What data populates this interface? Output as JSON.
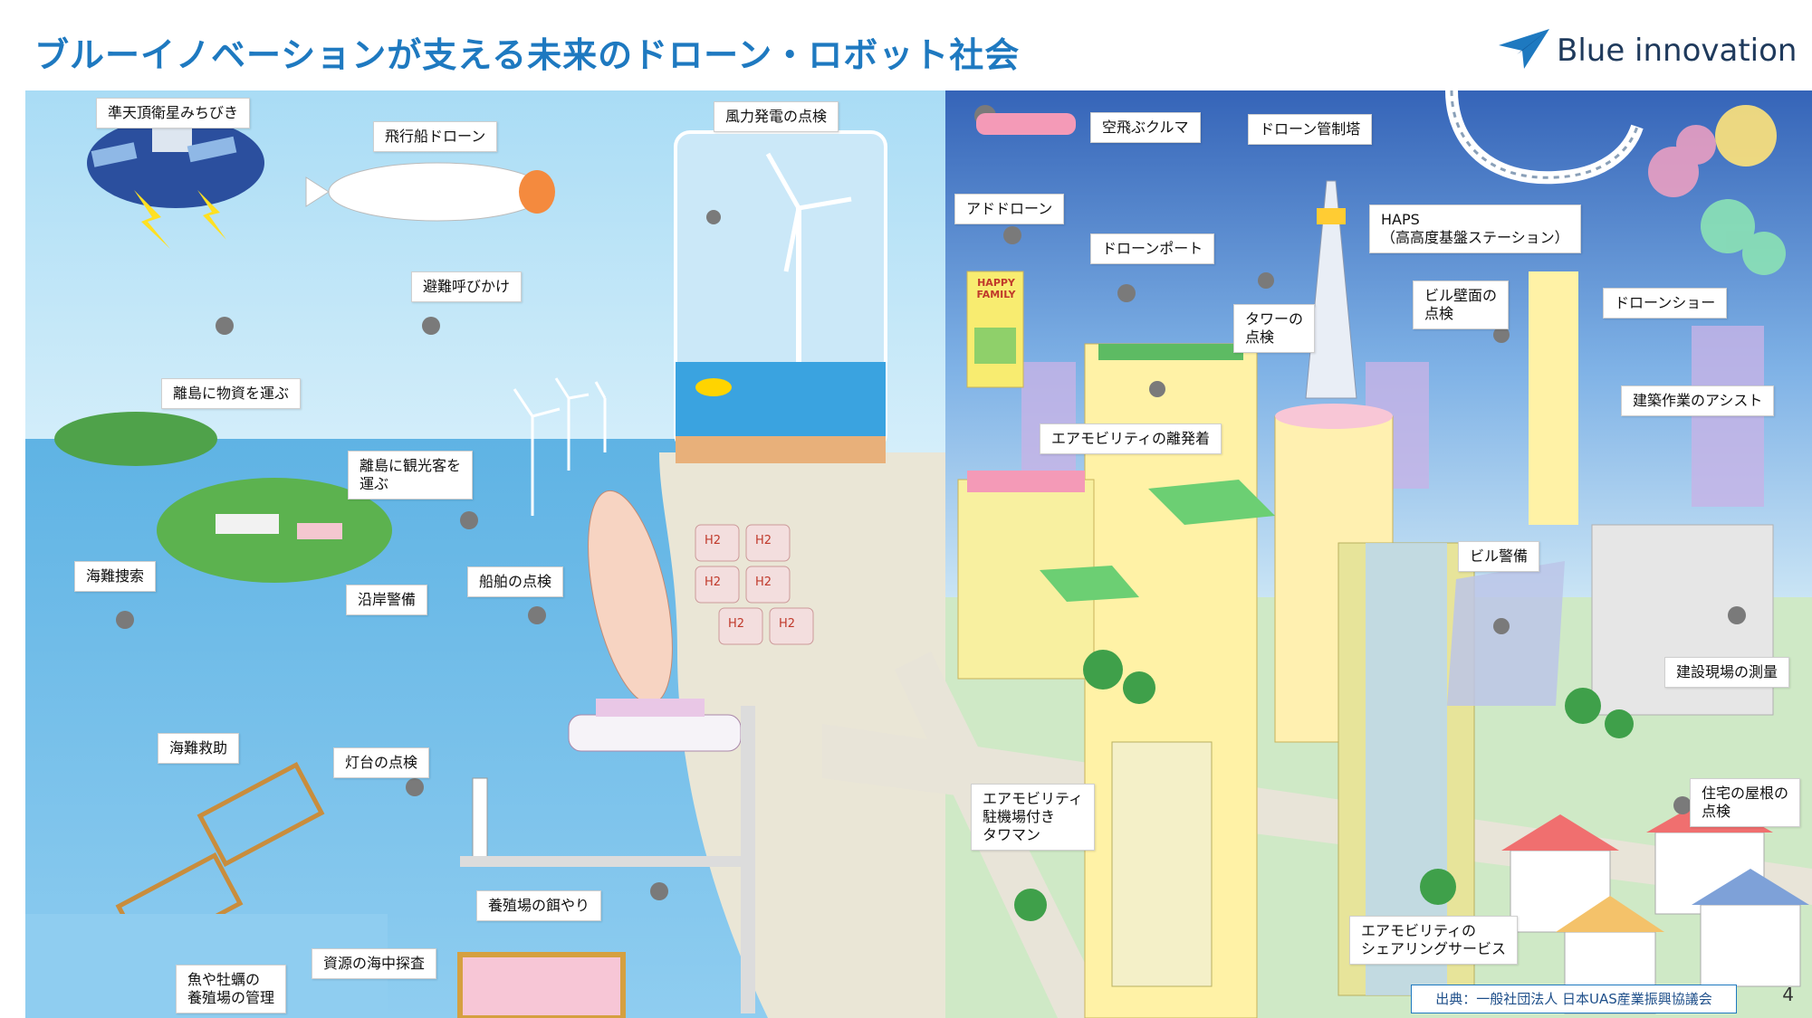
{
  "header": {
    "title": "ブルーイノベーションが支える未来のドローン・ロボット社会",
    "brand": "Blue innovation"
  },
  "colors": {
    "title": "#1e79c0",
    "sea": "#6fbde8",
    "sky_left": "#bfe3f6",
    "sky_right": "#3a6fc0"
  },
  "labels": {
    "michibiki": "準天頂衛星みちびき",
    "airship": "飛行船ドローン",
    "wind": "風力発電の点検",
    "evac": "避難呼びかけ",
    "cargo": "離島に物資を運ぶ",
    "tourist": "離島に観光客を\n運ぶ",
    "search": "海難捜索",
    "coast": "沿岸警備",
    "ship": "船舶の点検",
    "rescue": "海難救助",
    "lighthouse": "灯台の点検",
    "feeding": "養殖場の餌やり",
    "undersea": "資源の海中探査",
    "fishfarm": "魚や牡蠣の\n養殖場の管理",
    "flycar": "空飛ぶクルマ",
    "tower_ctrl": "ドローン管制塔",
    "addrone": "アドドローン",
    "haps": "HAPS\n（高高度基盤ステーション）",
    "port": "ドローンポート",
    "tower_insp": "タワーの\n点検",
    "wall_insp": "ビル壁面の\n点検",
    "show": "ドローンショー",
    "construction_assist": "建築作業のアシスト",
    "airmob_port": "エアモビリティの離発着",
    "security": "ビル警備",
    "survey": "建設現場の測量",
    "airmob_tower": "エアモビリティ\n駐機場付き\nタワマン",
    "roof": "住宅の屋根の\n点検",
    "share": "エアモビリティの\nシェアリングサービス"
  },
  "banner_text": "HAPPY\nFAMILY",
  "tank_label": "H2",
  "source": "出典：一般社団法人 日本UAS産業振興協議会",
  "page_number": "4"
}
